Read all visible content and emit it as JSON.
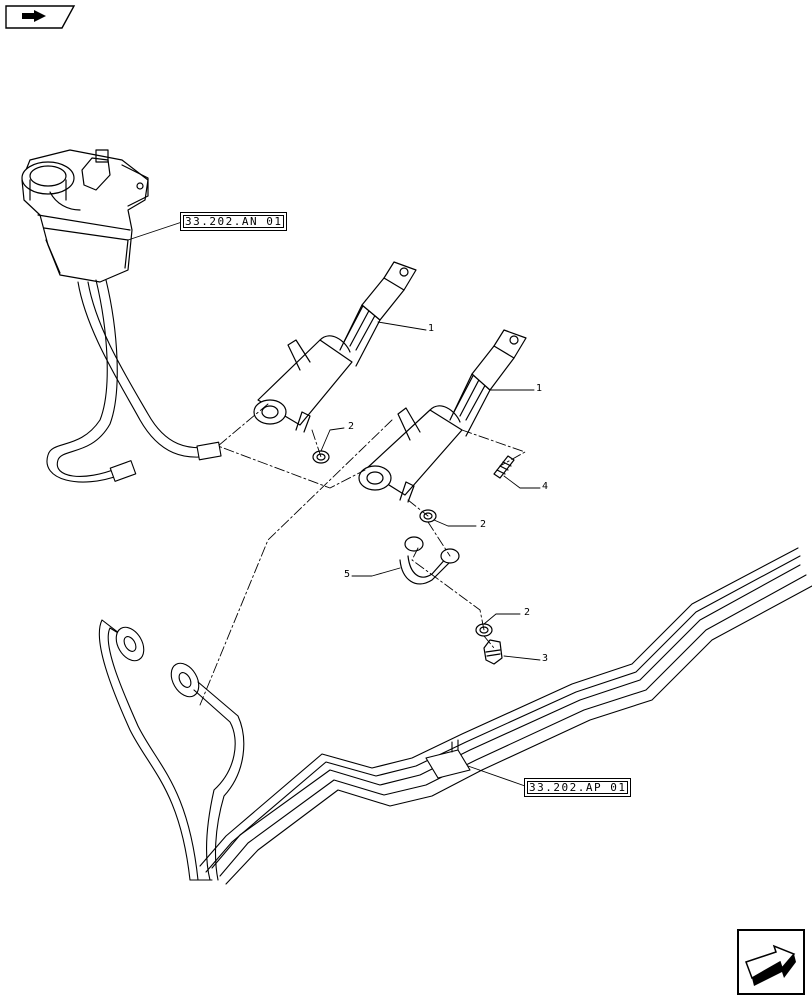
{
  "header": {
    "nav_icon": "back-arrow-icon"
  },
  "refs": [
    {
      "id": "ref-tank",
      "label": "33.202.AN 01"
    },
    {
      "id": "ref-pipe",
      "label": "33.202.AP 01"
    }
  ],
  "callouts": [
    "1",
    "1",
    "2",
    "2",
    "2",
    "3",
    "4",
    "5"
  ],
  "footer": {
    "nav_icon": "forward-arrow-icon"
  }
}
